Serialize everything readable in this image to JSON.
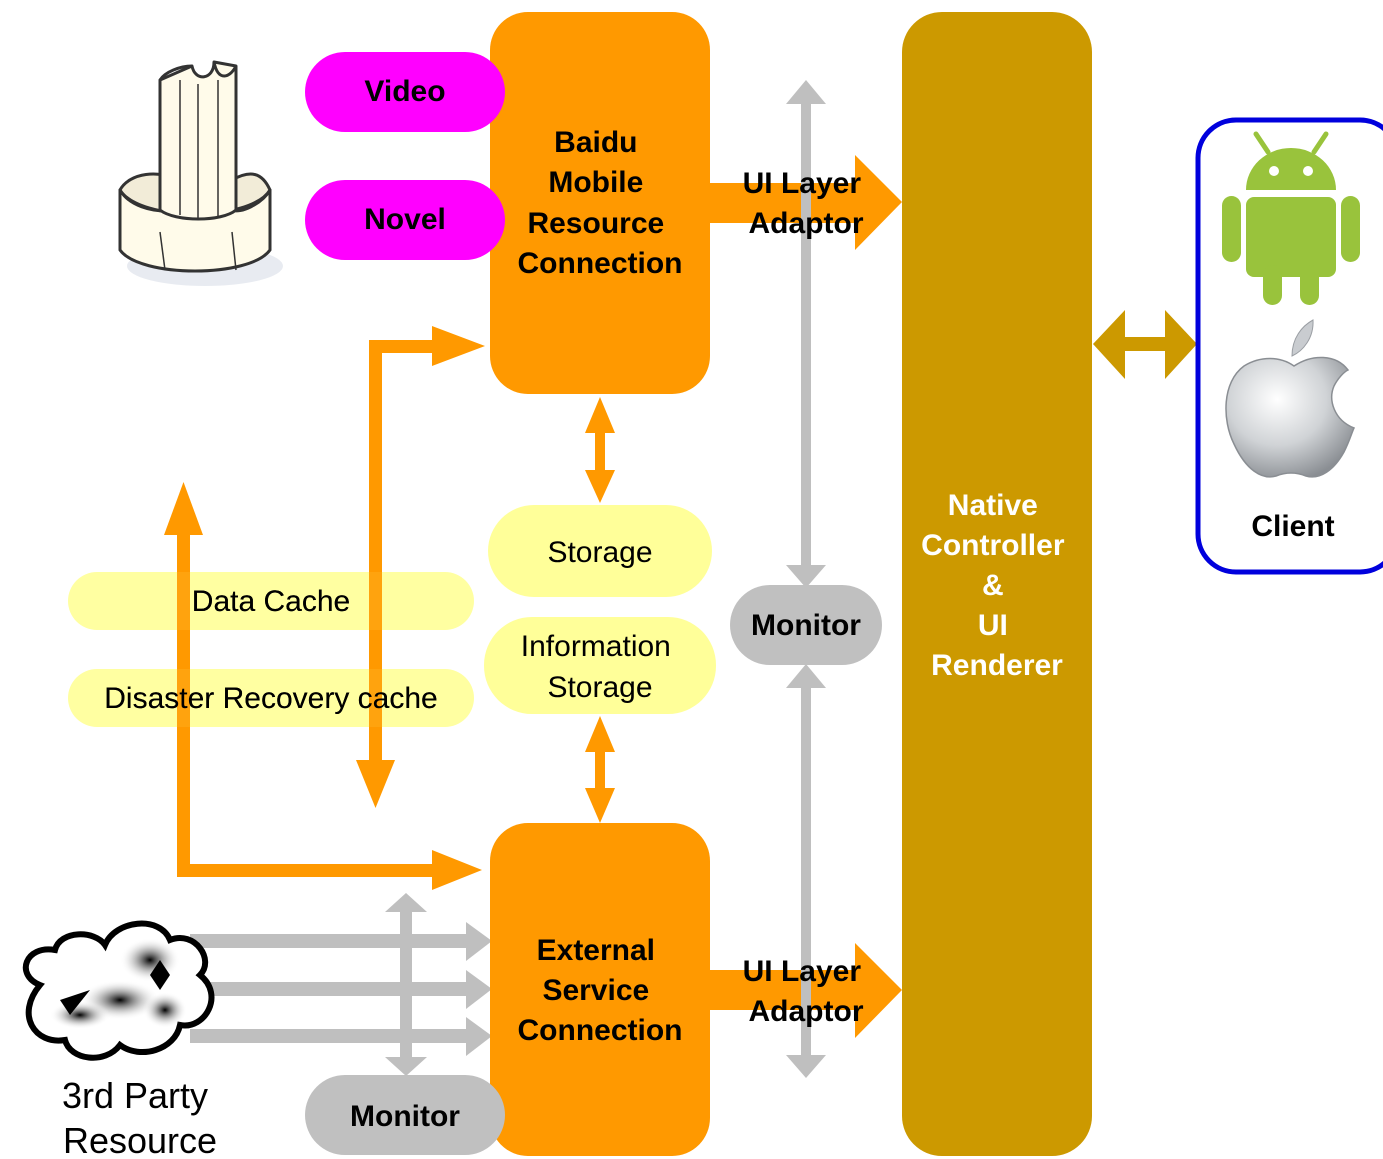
{
  "colors": {
    "orange": "#FF9900",
    "gold": "#CC9900",
    "magenta": "#FF00FF",
    "pale_yellow": "#FFFF99",
    "grey": "#BFBFBF",
    "grey_monitor": "#C0C0C0",
    "client_border": "#0000DD",
    "android_green": "#99C33C"
  },
  "nodes": {
    "video": "Video",
    "novel": "Novel",
    "baidu": [
      "Baidu",
      "Mobile",
      "Resource",
      "Connection"
    ],
    "storage": "Storage",
    "info_storage": [
      "Information",
      "Storage"
    ],
    "data_cache": "Data Cache",
    "disaster_cache": "Disaster Recovery cache",
    "external": [
      "External",
      "Service",
      "Connection"
    ],
    "ui_adaptor_top": [
      "UI Layer",
      "Adaptor"
    ],
    "ui_adaptor_bottom": [
      "UI Layer",
      "Adaptor"
    ],
    "monitor_mid": "Monitor",
    "monitor_bottom": "Monitor",
    "native": [
      "Native",
      "Controller",
      "&",
      "UI",
      "Renderer"
    ],
    "client": "Client",
    "third_party": [
      "3rd Party",
      "Resource"
    ]
  },
  "icons": {
    "tower": "tower-icon",
    "cloud": "cloud-icon",
    "android": "android-icon",
    "apple": "apple-icon"
  }
}
